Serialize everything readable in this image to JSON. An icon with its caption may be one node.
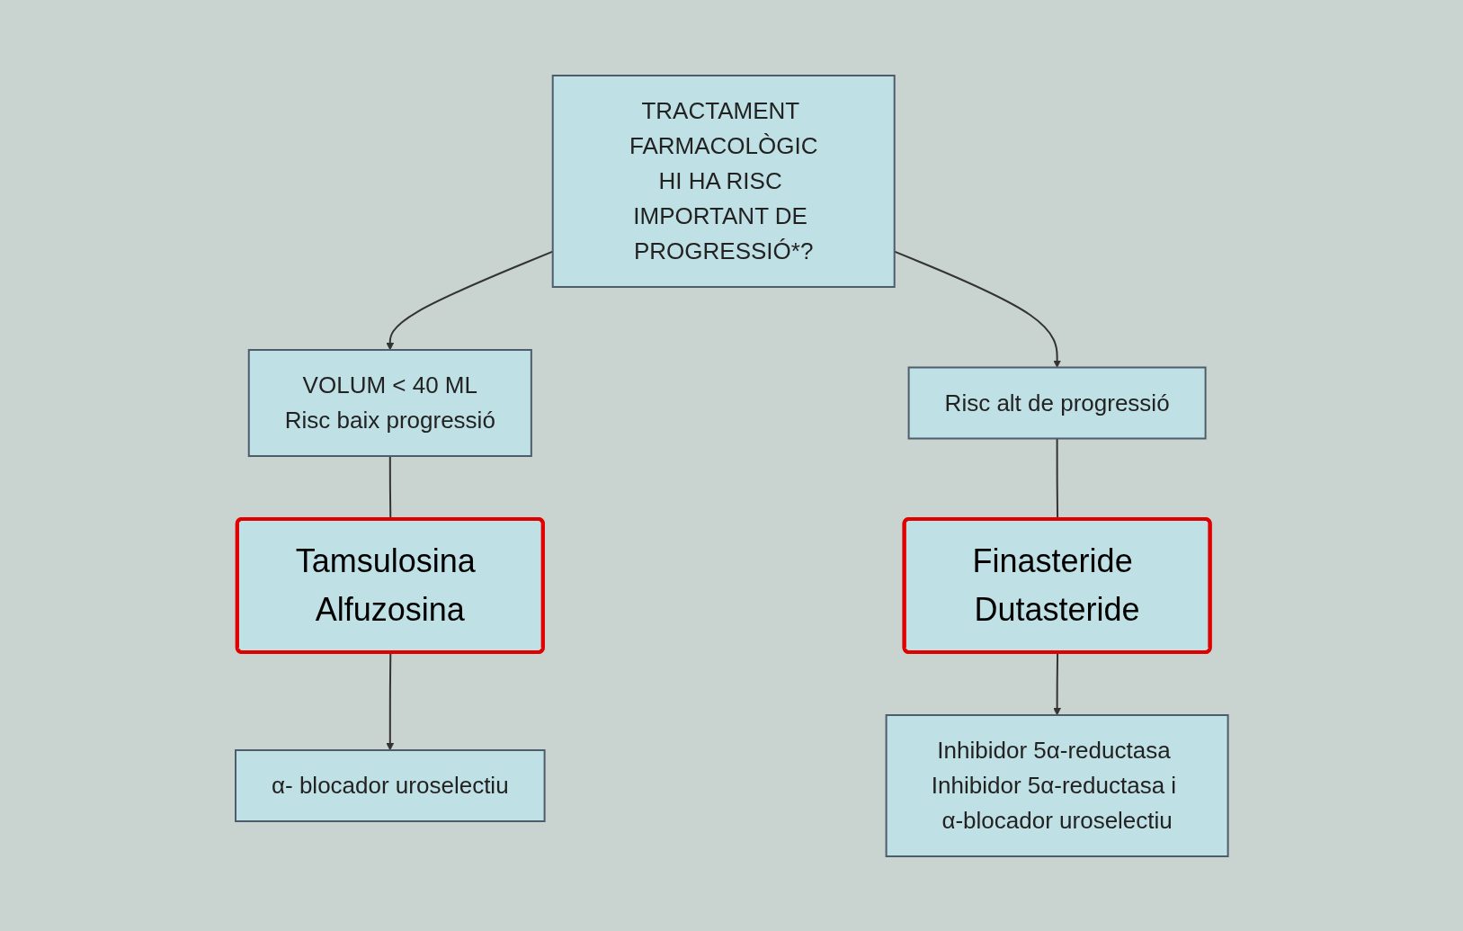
{
  "diagram": {
    "nodes": [
      {
        "text": [
          "TRACTAMENT FARMACOLÒGIC",
          "HI HA RISC IMPORTANT DE PROGRESSIÓ*?"
        ]
      },
      {
        "text": [
          "VOLUM < 40 ML",
          "Risc baix progressió"
        ]
      },
      {
        "text": [
          "Risc alt de progressió"
        ]
      },
      {
        "text": [
          "Tamsulosina Alfuzosina"
        ]
      },
      {
        "text": [
          "Finasteride Dutasteride"
        ]
      },
      {
        "text": [
          "α- blocador uroselectiu"
        ]
      },
      {
        "text": [
          "Inhibidor 5α-reductasa Inhibidor 5α-reductasa i α-blocador uroselectiu"
        ]
      }
    ],
    "edges": [
      {
        "from": 0,
        "to": 1,
        "arrow": "to"
      },
      {
        "from": 0,
        "to": 2,
        "arrow": "to"
      },
      {
        "from": 1,
        "to": 3,
        "arrow": "none"
      },
      {
        "from": 2,
        "to": 4,
        "arrow": "none"
      },
      {
        "from": 3,
        "to": 5,
        "arrow": "to"
      },
      {
        "from": 4,
        "to": 6,
        "arrow": "to"
      }
    ]
  }
}
